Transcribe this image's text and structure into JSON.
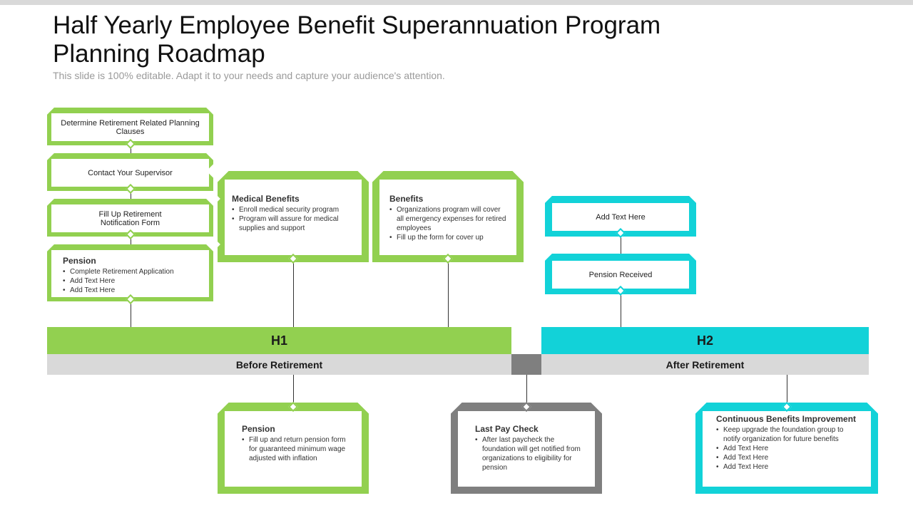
{
  "header": {
    "title": "Half Yearly Employee Benefit Superannuation Program Planning Roadmap",
    "subtitle": "This slide is 100% editable. Adapt it to your needs and capture your audience's attention."
  },
  "colors": {
    "h1": "#92d050",
    "h2": "#12d2d8",
    "gap": "#7f7f7f",
    "subbar": "#d9d9d9"
  },
  "timeline": {
    "h1_label": "H1",
    "h1_sub": "Before Retirement",
    "h2_label": "H2",
    "h2_sub": "After Retirement"
  },
  "h1_stack": {
    "item1": "Determine Retirement Related Planning Clauses",
    "item2": "Contact Your Supervisor",
    "item3": "Fill Up Retirement Notification Form",
    "pension": {
      "heading": "Pension",
      "bullets": [
        "Complete  Retirement Application",
        "Add Text Here",
        "Add Text Here"
      ]
    }
  },
  "medical": {
    "heading": "Medical Benefits",
    "bullets": [
      "Enroll medical security program",
      "Program will assure for medical supplies and support"
    ]
  },
  "benefits": {
    "heading": "Benefits",
    "bullets": [
      "Organizations program will cover all emergency expenses for retired employees",
      "Fill up the form for cover up"
    ]
  },
  "h2_stack": {
    "item1": "Add Text Here",
    "item2": "Pension  Received"
  },
  "bottom_pension": {
    "heading": "Pension",
    "bullets": [
      "Fill up and return pension form for guaranteed minimum wage adjusted with inflation"
    ]
  },
  "last_pay": {
    "heading": "Last Pay  Check",
    "bullets": [
      "After last paycheck the foundation will get notified from organizations to eligibility for pension"
    ]
  },
  "continuous": {
    "heading": "Continuous Benefits Improvement",
    "bullets": [
      "Keep upgrade the foundation group to notify organization for future benefits",
      "Add Text Here",
      "Add Text Here",
      "Add Text Here"
    ]
  }
}
